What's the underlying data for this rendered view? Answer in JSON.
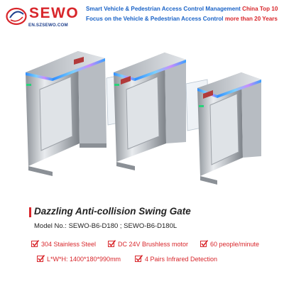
{
  "logo": {
    "brand": "SEWO",
    "url": "EN.SZSEWO.COM",
    "colors": {
      "brand_red": "#d8262b",
      "brand_blue": "#1d3f8c"
    }
  },
  "taglines": {
    "line1_blue": "Smart Vehicle & Pedestrian Access Control Management",
    "line1_red": "China Top 10",
    "line2_blue": "Focus on the Vehicle & Pedestrian Access Control",
    "line2_red": "more than 20 Years"
  },
  "product": {
    "title": "Dazzling Anti-collision Swing Gate",
    "model": "Model No.:  SEWO-B6-D180 ; SEWO-B6-D180L"
  },
  "features": [
    {
      "icon": "check-icon",
      "text": "304 Stainless Steel"
    },
    {
      "icon": "check-icon",
      "text": "DC 24V Brushless motor"
    },
    {
      "icon": "check-icon",
      "text": "60 people/minute"
    },
    {
      "icon": "check-icon",
      "text": "L*W*H: 1400*180*990mm"
    },
    {
      "icon": "check-icon",
      "text": "4 Pairs Infrared Detection"
    }
  ]
}
